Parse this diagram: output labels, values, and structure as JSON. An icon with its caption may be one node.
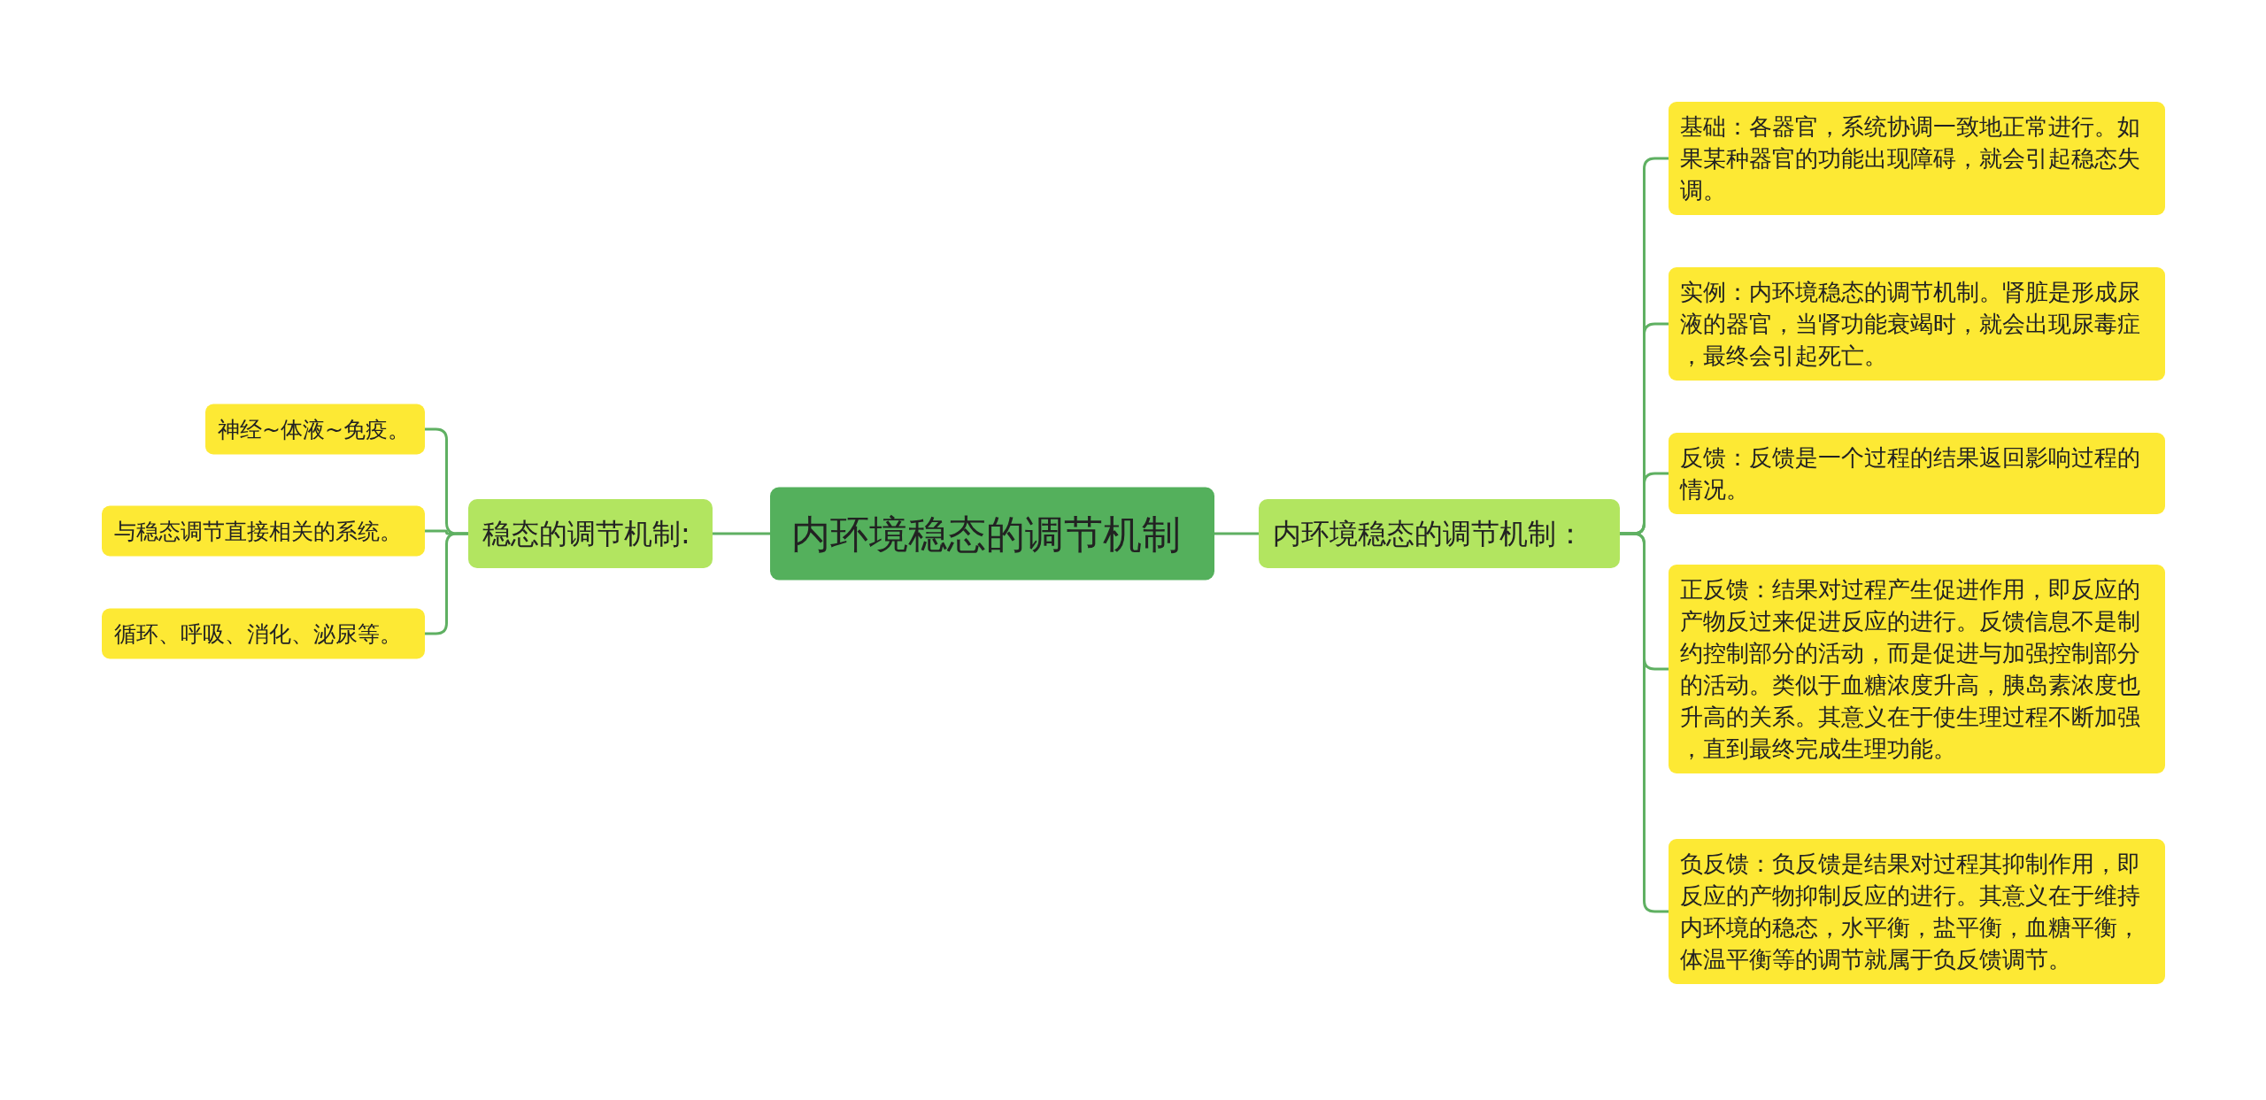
{
  "diagram": {
    "nodes": [
      {
        "text": [
          "内环境稳态的调节机制"
        ]
      },
      {
        "text": [
          "稳态的调节机制:"
        ]
      },
      {
        "text": [
          "神经~体液~免疫。"
        ]
      },
      {
        "text": [
          "与稳态调节直接相关的系统。"
        ]
      },
      {
        "text": [
          "循环、呼吸、消化、泌尿等。"
        ]
      },
      {
        "text": [
          "内环境稳态的调节机制："
        ]
      },
      {
        "text": [
          "基础：各器官，系统协调一致地正常进行。如果某种器官的功能出现障碍，就会引起稳态失调。"
        ]
      },
      {
        "text": [
          "实例：内环境稳态的调节机制。肾脏是形成尿液的器官，当肾功能衰竭时，就会出现尿毒症，最终会引起死亡。"
        ]
      },
      {
        "text": [
          "反馈：反馈是一个过程的结果返回影响过程的情况。"
        ]
      },
      {
        "text": [
          "正反馈：结果对过程产生促进作用，即反应的产物反过来促进反应的进行。反馈信息不是制约控制部分的活动，而是促进与加强控制部分的活动。类似于血糖浓度升高，胰岛素浓度也升高的关系。其意义在于使生理过程不断加强，直到最终完成生理功能。"
        ]
      },
      {
        "text": [
          "负反馈：负反馈是结果对过程其抑制作用，即反应的产物抑制反应的进行。其意义在于维持内环境的稳态，水平衡，盐平衡，血糖平衡，体温平衡等的调节就属于负反馈调节。"
        ]
      }
    ],
    "edges": [
      {
        "from": 0,
        "to": 1,
        "arrow": "none"
      },
      {
        "from": 1,
        "to": 2,
        "arrow": "none"
      },
      {
        "from": 1,
        "to": 3,
        "arrow": "none"
      },
      {
        "from": 1,
        "to": 4,
        "arrow": "none"
      },
      {
        "from": 0,
        "to": 5,
        "arrow": "none"
      },
      {
        "from": 5,
        "to": 6,
        "arrow": "none"
      },
      {
        "from": 5,
        "to": 7,
        "arrow": "none"
      },
      {
        "from": 5,
        "to": 8,
        "arrow": "none"
      },
      {
        "from": 5,
        "to": 9,
        "arrow": "none"
      },
      {
        "from": 5,
        "to": 10,
        "arrow": "none"
      }
    ]
  }
}
